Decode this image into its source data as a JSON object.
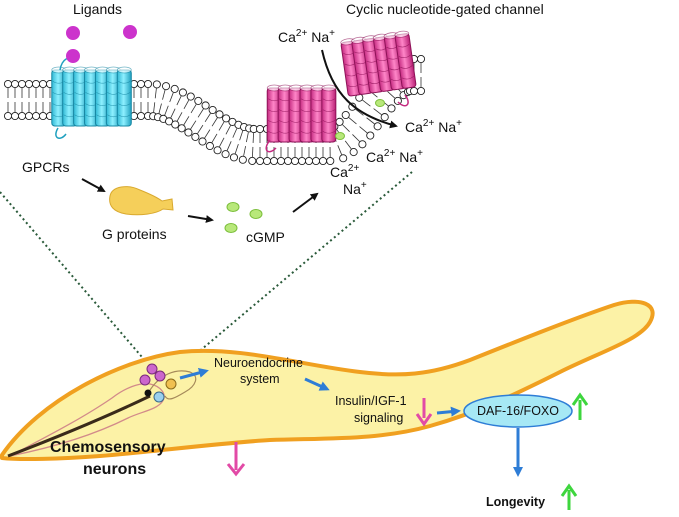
{
  "top": {
    "ligands": "Ligands",
    "channel_title": "Cyclic nucleotide-gated channel",
    "ion_ca": "Ca",
    "ion_ca_charge": "2+",
    "ion_na": "Na",
    "ion_na_charge": "+",
    "gpcrs": "GPCRs",
    "g_proteins": "G proteins",
    "cgmp": "cGMP"
  },
  "bottom": {
    "neuroendocrine_line1": "Neuroendocrine",
    "neuroendocrine_line2": "system",
    "insulin_line1": "Insulin/IGF-1",
    "insulin_line2": "signaling",
    "daf16": "DAF-16/FOXO",
    "chemosensory_line1": "Chemosensory",
    "chemosensory_line2": "neurons",
    "longevity": "Longevity"
  },
  "colors": {
    "gpcr": "#55d6ec",
    "channel": "#e8479c",
    "ligand": "#cc33cc",
    "g_protein": "#f5cf5a",
    "cgmp": "#b8e87a",
    "worm_fill": "#fcf2a6",
    "worm_outline": "#f0a020",
    "pathway_arrow": "#2e7dd6",
    "down_arrow": "#e24aa6",
    "up_arrow": "#3ed63e",
    "daf_box": "#a6e8f5"
  }
}
